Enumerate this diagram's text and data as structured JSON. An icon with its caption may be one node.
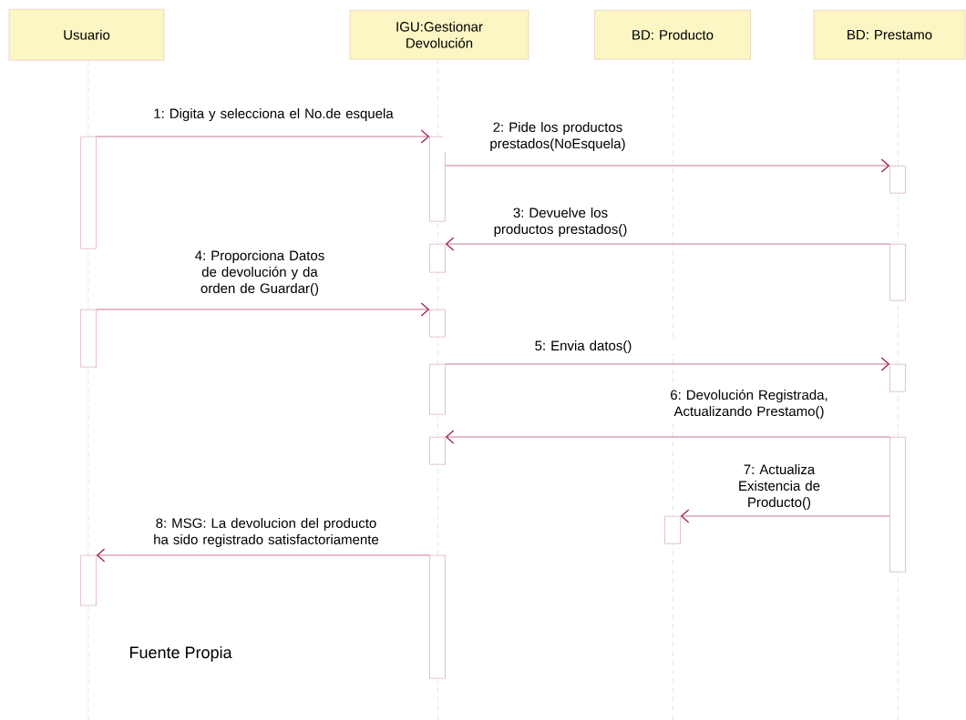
{
  "diagram": {
    "nodes": [
      {
        "text": [
          "Usuario"
        ]
      },
      {
        "text": [
          "IGU:Gestionar Devolución"
        ]
      },
      {
        "text": [
          "BD: Producto"
        ]
      },
      {
        "text": [
          "BD: Prestamo"
        ]
      },
      {
        "text": [],
        "shape": "bar"
      },
      {
        "text": [],
        "shape": "bar"
      },
      {
        "text": [],
        "shape": "bar"
      },
      {
        "text": [],
        "shape": "bar"
      },
      {
        "text": [],
        "shape": "bar"
      },
      {
        "text": [],
        "shape": "bar"
      },
      {
        "text": [],
        "shape": "bar"
      },
      {
        "text": [],
        "shape": "bar"
      },
      {
        "text": [],
        "shape": "bar"
      },
      {
        "text": [],
        "shape": "bar"
      },
      {
        "text": [],
        "shape": "bar"
      },
      {
        "text": [],
        "shape": "bar"
      },
      {
        "text": [],
        "shape": "bar"
      },
      {
        "text": [],
        "shape": "bar"
      }
    ],
    "edges": [
      {
        "from": 4,
        "to": 5,
        "arrow": "to",
        "label": "1: Digita y selecciona el No.de esquela"
      },
      {
        "from": 5,
        "to": 6,
        "arrow": "to",
        "label": "2:  Pide los productos prestados(NoEsquela)"
      },
      {
        "from": 8,
        "to": 7,
        "arrow": "to",
        "label": "3:  Devuelve los productos prestados()"
      },
      {
        "from": 9,
        "to": 10,
        "arrow": "to",
        "label": "4: Proporciona Datos de devolución y da orden de Guardar()"
      },
      {
        "from": 11,
        "to": 12,
        "arrow": "to",
        "label": "5:  Envia datos()"
      },
      {
        "from": 14,
        "to": 13,
        "arrow": "to",
        "label": "6: Devolución Registrada, Actualizando Prestamo()"
      },
      {
        "from": 14,
        "to": 15,
        "arrow": "to",
        "label": "7: Actualiza Existencia de Producto()"
      },
      {
        "from": 17,
        "to": 16,
        "arrow": "to",
        "label": "8: MSG: La devolucion del producto ha sido registrado satisfactoriamente"
      }
    ],
    "labels": [
      "Fuente Propia"
    ]
  }
}
